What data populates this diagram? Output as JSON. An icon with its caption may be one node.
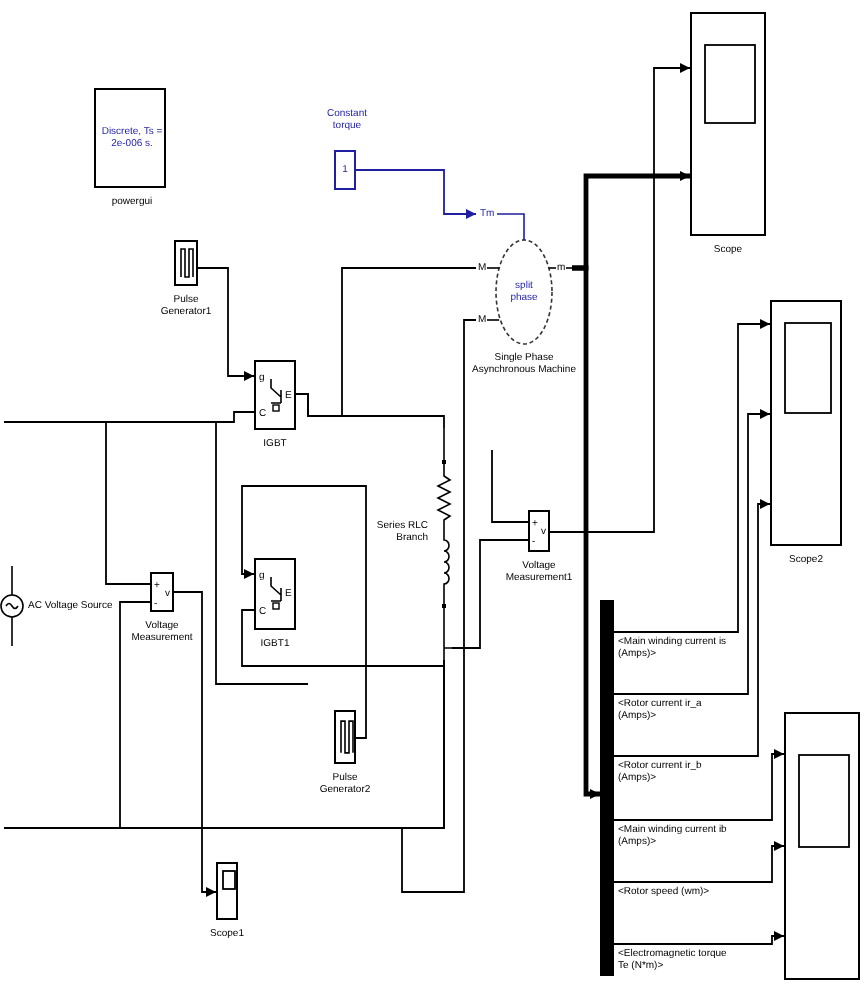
{
  "diagram": {
    "nodes": [
      {
        "text": [
          "Discrete, Ts = 2e-006 s.",
          "powergui"
        ]
      },
      {
        "text": [
          "Constant torque",
          "1"
        ]
      },
      {
        "text": [
          "Scope"
        ]
      },
      {
        "text": [
          "Pulse Generator1"
        ]
      },
      {
        "text": [
          "Tm",
          "M",
          "m",
          "split phase",
          "M",
          "Single Phase Asynchronous Machine"
        ]
      },
      {
        "text": [
          "g",
          "E",
          "C",
          "IGBT"
        ]
      },
      {
        "text": [
          "Scope2"
        ]
      },
      {
        "text": [
          "Series RLC Branch"
        ]
      },
      {
        "text": [
          "+",
          "v",
          "-",
          "Voltage Measurement1"
        ]
      },
      {
        "text": [
          "g",
          "E",
          "C",
          "IGBT1"
        ]
      },
      {
        "text": [
          "AC Voltage Source"
        ]
      },
      {
        "text": [
          "+",
          "v",
          "-",
          "Voltage Measurement"
        ]
      },
      {
        "text": [],
        "shape": "bar"
      },
      {
        "text": [
          "Pulse Generator2"
        ]
      },
      {
        "text": [],
        "shape": "box"
      },
      {
        "text": [
          "Scope1"
        ]
      }
    ],
    "edges": [
      {
        "from": 1,
        "to": 4,
        "arrow": "to",
        "color": "#1f1fa0"
      },
      {
        "from": 3,
        "to": 5,
        "arrow": "to"
      },
      {
        "from": 4,
        "to": 2,
        "arrow": "to",
        "style": "thick"
      },
      {
        "from": 4,
        "to": 12,
        "arrow": "to",
        "style": "thick"
      },
      {
        "from": 8,
        "to": 2,
        "arrow": "to"
      },
      {
        "from": 12,
        "to": 6,
        "arrow": "to",
        "label": "<Main winding current is (Amps)>"
      },
      {
        "from": 12,
        "to": 6,
        "arrow": "to",
        "label": "<Rotor current ir_a (Amps)>"
      },
      {
        "from": 12,
        "to": 6,
        "arrow": "to",
        "label": "<Rotor current ir_b (Amps)>"
      },
      {
        "from": 12,
        "to": 14,
        "arrow": "to",
        "label": "<Main winding current ib (Amps)>"
      },
      {
        "from": 12,
        "to": 14,
        "arrow": "to",
        "label": "<Rotor speed (wm)>"
      },
      {
        "from": 12,
        "to": 14,
        "arrow": "to",
        "label": "<Electromagnetic torque Te (N*m)>"
      },
      {
        "from": 11,
        "to": 15,
        "arrow": "to"
      },
      {
        "from": 13,
        "to": 9,
        "arrow": "to"
      },
      {
        "from": null,
        "to": 5,
        "arrow": "none"
      },
      {
        "from": null,
        "to": 11,
        "arrow": "none"
      },
      {
        "from": 5,
        "to": 7,
        "arrow": "none"
      },
      {
        "from": 5,
        "to": 4,
        "arrow": "none"
      },
      {
        "from": 9,
        "to": 7,
        "arrow": "none"
      },
      {
        "from": null,
        "to": 11,
        "arrow": "none"
      },
      {
        "from": null,
        "to": 7,
        "arrow": "none"
      },
      {
        "from": 4,
        "to": 7,
        "arrow": "none"
      },
      {
        "from": 7,
        "to": 8,
        "arrow": "none"
      },
      {
        "from": null,
        "to": 8,
        "arrow": "none"
      }
    ]
  }
}
